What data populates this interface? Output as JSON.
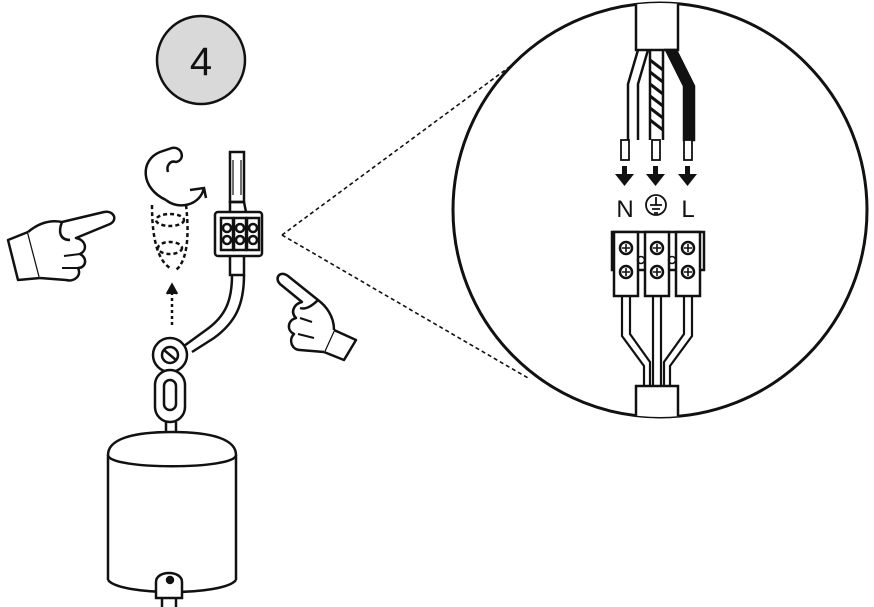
{
  "step": {
    "number": "4"
  },
  "wire_labels": {
    "neutral": "N",
    "live": "L"
  },
  "icons": [
    "hand-pointing-icon",
    "hand-pointing-icon",
    "ground-symbol-icon",
    "down-arrow-icon",
    "screw-icon"
  ],
  "colors": {
    "line": "#111111",
    "badge_fill": "#d9d9d9",
    "background": "#ffffff"
  }
}
